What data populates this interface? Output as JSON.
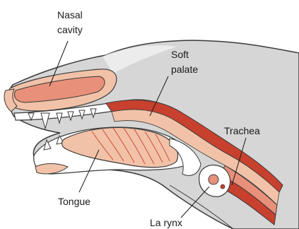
{
  "labels": {
    "nasal_1": "Nasal",
    "nasal_2": "cavity",
    "soft_1": "Soft",
    "soft_2": "palate",
    "trachea": "Trachea",
    "tongue": "Tongue",
    "larynx": "La rynx"
  },
  "colors": {
    "head": "#d6d6d6",
    "outline": "#3a3a3a",
    "tissue_light": "#f2c2a8",
    "tissue_mid": "#e8907a",
    "tissue_dark": "#c8402e",
    "bone": "#ffffff",
    "label": "#1a1a1a"
  }
}
